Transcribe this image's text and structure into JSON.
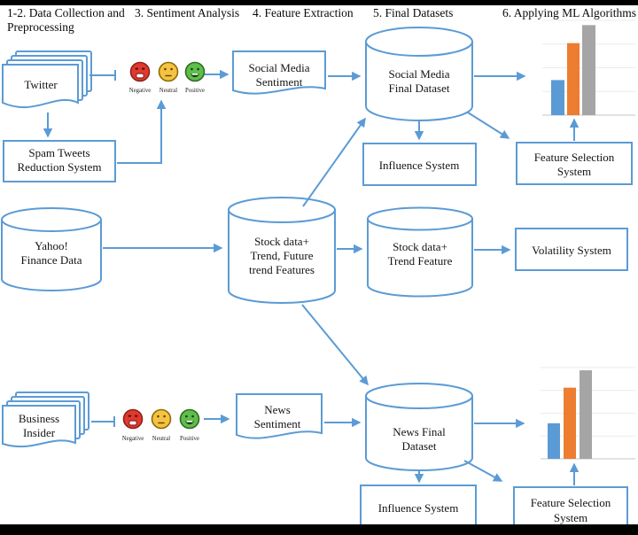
{
  "headers": {
    "step12a": "1-2. Data Collection and",
    "step12b": "Preprocessing",
    "step3": "3. Sentiment Analysis",
    "step4": "4. Feature Extraction",
    "step5": "5. Final Datasets",
    "step6": "6. Applying ML Algorithms"
  },
  "sources": {
    "twitter": "Twitter",
    "business1": "Business",
    "business2": "Insider",
    "yahoo1": "Yahoo!",
    "yahoo2": "Finance Data"
  },
  "sentiment": {
    "negative": "Negative",
    "neutral": "Neutral",
    "positive": "Positive"
  },
  "processes": {
    "spam1": "Spam Tweets",
    "spam2": "Reduction System",
    "social_sent1": "Social Media",
    "social_sent2": "Sentiment",
    "news_sent1": "News",
    "news_sent2": "Sentiment",
    "influence_top": "Influence System",
    "influence_bottom": "Influence System",
    "volatility": "Volatility System",
    "fss_top1": "Feature Selection",
    "fss_top2": "System",
    "fss_bottom1": "Feature Selection",
    "fss_bottom2": "System"
  },
  "datasets": {
    "smfd1": "Social Media",
    "smfd2": "Final Dataset",
    "stock_center1": "Stock data+",
    "stock_center2": "Trend, Future",
    "stock_center3": "trend Features",
    "stock_right1": "Stock data+",
    "stock_right2": "Trend Feature",
    "nfd1": "News Final",
    "nfd2": "Dataset"
  },
  "colors": {
    "accent_blue": "#5B9BD5",
    "bar_blue": "#5B9BD5",
    "bar_orange": "#ED7D31",
    "bar_gray": "#A5A5A5",
    "emoji_red": "#E0392E",
    "emoji_red_dark": "#8F201A",
    "emoji_yellow": "#F5C243",
    "emoji_yellow_dark": "#8a6d00",
    "emoji_green": "#5FBE4B",
    "emoji_green_dark": "#2F6B22"
  },
  "chart_data": [
    {
      "type": "bar",
      "title": "",
      "xlabel": "",
      "ylabel": "",
      "values": [
        37,
        76,
        95
      ],
      "bar_colors": [
        "#5B9BD5",
        "#ED7D31",
        "#A5A5A5"
      ],
      "ylim": [
        0,
        100
      ],
      "grid": true,
      "legend": false,
      "position": "top-right (ML algorithms result for social media dataset)"
    },
    {
      "type": "bar",
      "title": "",
      "xlabel": "",
      "ylabel": "",
      "values": [
        39,
        78,
        97
      ],
      "bar_colors": [
        "#5B9BD5",
        "#ED7D31",
        "#A5A5A5"
      ],
      "ylim": [
        0,
        100
      ],
      "grid": true,
      "legend": false,
      "position": "bottom-right (ML algorithms result for news dataset)"
    }
  ]
}
